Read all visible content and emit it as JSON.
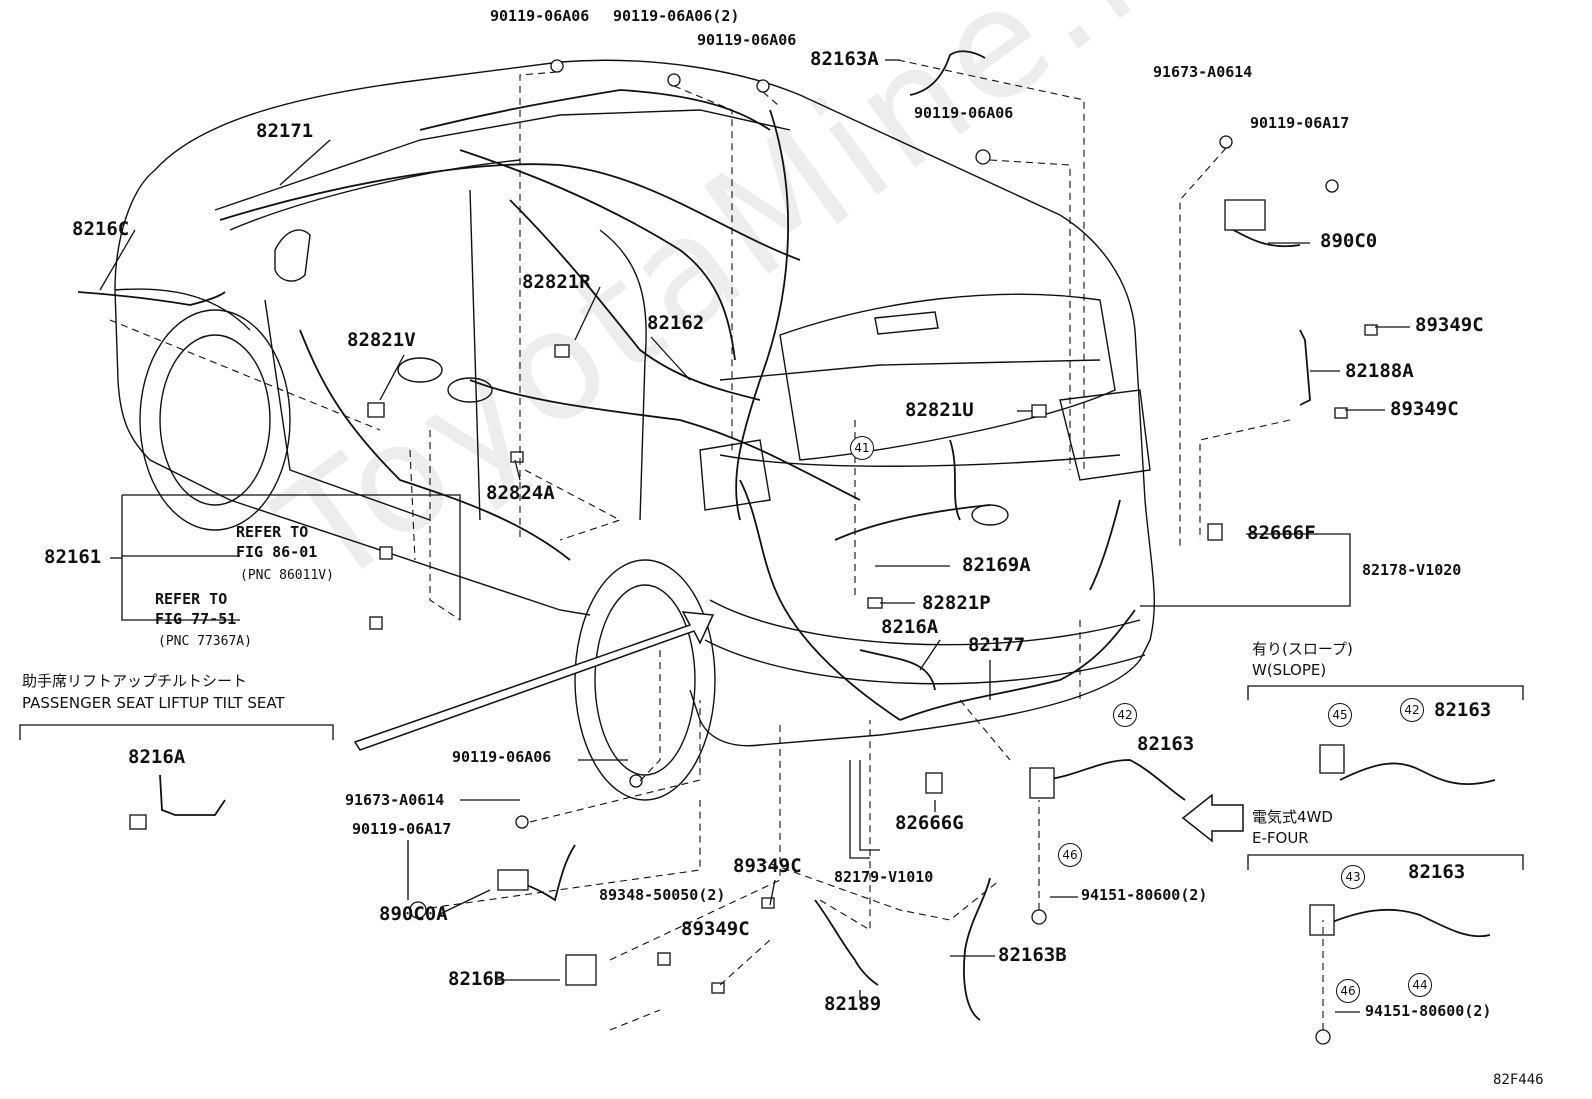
{
  "figure_code": "82F446",
  "watermark": "ToyotaMine.ru",
  "part_labels": {
    "p_90119_06A06_a": "90119-06A06",
    "p_90119_06A06_2": "90119-06A06(2)",
    "p_90119_06A06_b": "90119-06A06",
    "p_82163A": "82163A",
    "p_91673_A0614_a": "91673-A0614",
    "p_90119_06A06_c": "90119-06A06",
    "p_90119_06A17_a": "90119-06A17",
    "p_82171": "82171",
    "p_8216C": "8216C",
    "p_890C0": "890C0",
    "p_82821R": "82821R",
    "p_82162": "82162",
    "p_89349C_a": "89349C",
    "p_82821V": "82821V",
    "p_82188A": "82188A",
    "p_89349C_b": "89349C",
    "p_82821U": "82821U",
    "p_82824A": "82824A",
    "p_82161": "82161",
    "p_82666F": "82666F",
    "p_82178_V1020": "82178-V1020",
    "p_82169A": "82169A",
    "p_82821P": "82821P",
    "p_8216A_main": "8216A",
    "p_82177": "82177",
    "p_8216A_left": "8216A",
    "p_82163_a": "82163",
    "p_82163_b": "82163",
    "p_90119_06A06_d": "90119-06A06",
    "p_91673_A0614_b": "91673-A0614",
    "p_90119_06A17_b": "90119-06A17",
    "p_82666G": "82666G",
    "p_890C0A": "890C0A",
    "p_82179_V1010": "82179-V1010",
    "p_89348_50050": "89348-50050(2)",
    "p_89349C_c": "89349C",
    "p_94151_80600_a": "94151-80600(2)",
    "p_89349C_d": "89349C",
    "p_8216B": "8216B",
    "p_82163B": "82163B",
    "p_82189": "82189",
    "p_82163_c": "82163",
    "p_94151_80600_b": "94151-80600(2)"
  },
  "refer_notes": {
    "ref1_line1": "REFER TO",
    "ref1_line2": "FIG 86-01",
    "ref1_pnc": "(PNC 86011V)",
    "ref2_line1": "REFER TO",
    "ref2_line2": "FIG 77-51",
    "ref2_pnc": "(PNC 77367A)"
  },
  "variant_notes": {
    "passenger_seat_jp": "助手席リフトアップチルトシート",
    "passenger_seat_en": "PASSENGER SEAT LIFTUP TILT SEAT",
    "slope_jp": "有り(スロープ)",
    "slope_en": "W(SLOPE)",
    "efour_jp": "電気式4WD",
    "efour_en": "E-FOUR"
  },
  "circled_refs": {
    "c41": "41",
    "c42_a": "42",
    "c42_b": "42",
    "c45": "45",
    "c46_a": "46",
    "c43": "43",
    "c44": "44",
    "c46_b": "46"
  }
}
